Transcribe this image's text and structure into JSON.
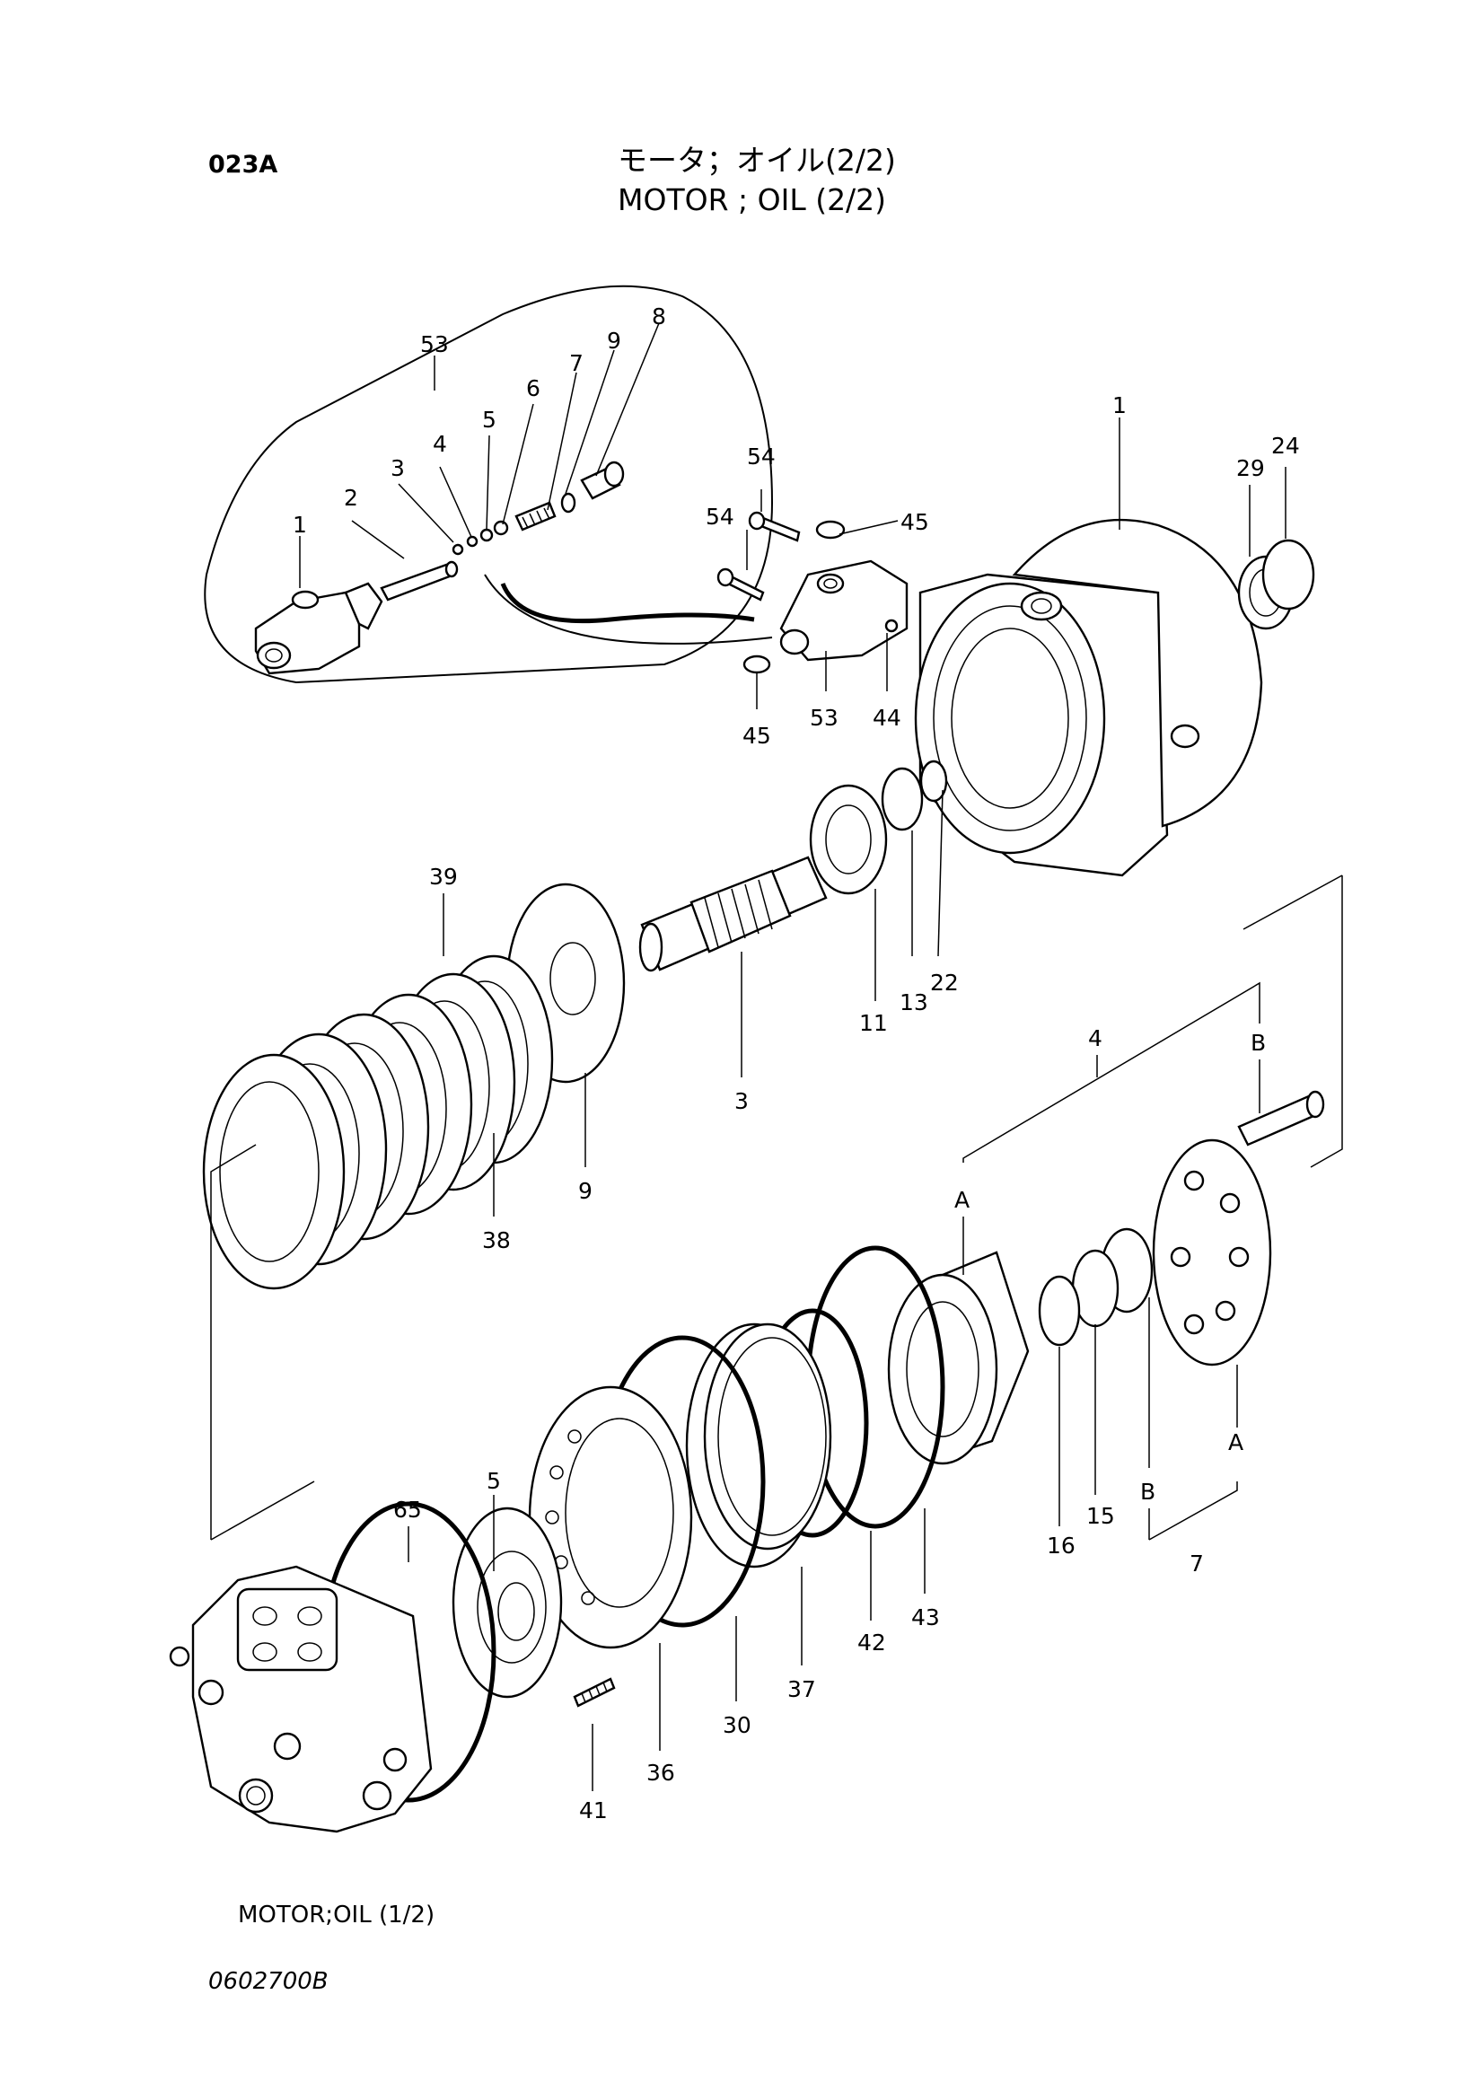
{
  "header": {
    "page_code": "023A",
    "title_jp": "モータ；オイル(2/2)",
    "title_en": "MOTOR ; OIL (2/2)"
  },
  "sub_reference": "MOTOR;OIL (1/2)",
  "drawing_number": "0602700B",
  "callouts": {
    "c53_top": "53",
    "c1_inset": "1",
    "c2": "2",
    "c3_inset": "3",
    "c4_inset": "4",
    "c5_inset": "5",
    "c6": "6",
    "c7_inset": "7",
    "c9_inset": "9",
    "c8": "8",
    "c54a": "54",
    "c54b": "54",
    "c45a": "45",
    "c45b": "45",
    "c53": "53",
    "c44": "44",
    "c1": "1",
    "c29": "29",
    "c24": "24",
    "c39": "39",
    "c9": "9",
    "c38": "38",
    "c3": "3",
    "c11": "11",
    "c13": "13",
    "c22": "22",
    "c4": "4",
    "cB1": "B",
    "cA1": "A",
    "cA2": "A",
    "cB2": "B",
    "c16": "16",
    "c15": "15",
    "c7": "7",
    "c65": "65",
    "c5": "5",
    "c41": "41",
    "c36": "36",
    "c30": "30",
    "c37": "37",
    "c42": "42",
    "c43": "43"
  }
}
